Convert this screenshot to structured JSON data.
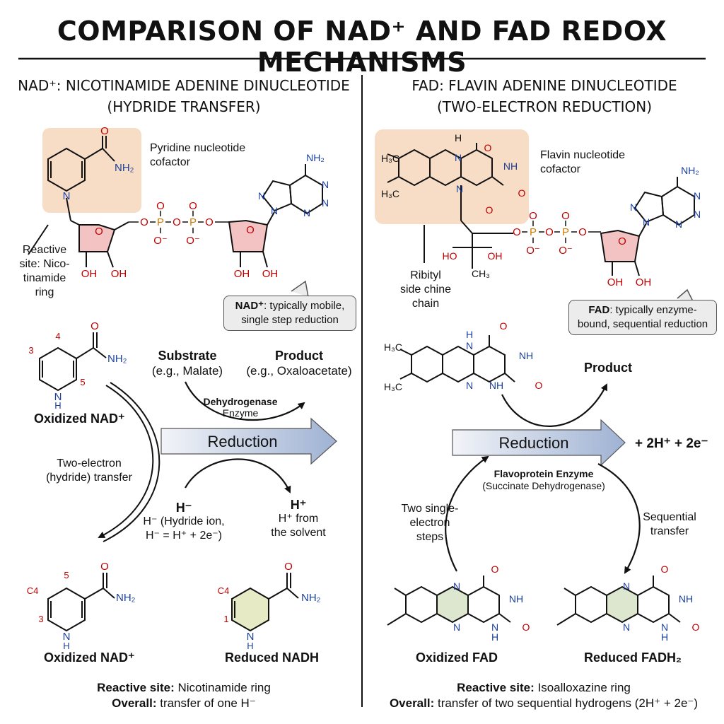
{
  "title": "COMPARISON OF NAD⁺ AND FAD REDOX MECHANISMS",
  "colors": {
    "highlight": "#f7dcc6",
    "oxygen": "#c00000",
    "nitrogen": "#1a3f9c",
    "phosphorus": "#d07a00",
    "ribose": "#f3c3c3",
    "arrow_fill": "#b7c6df"
  },
  "nad": {
    "heading_line1": "NAD⁺: NICOTINAMIDE ADENINE DINUCLEOTIDE",
    "heading_line2": "(HYDRIDE TRANSFER)",
    "cofactor_line1": "Pyridine nucleotide",
    "cofactor_line2": "cofactor",
    "reactive_site_label_1": "Reactive",
    "reactive_site_label_2": "site: Nico-",
    "reactive_site_label_3": "tinamide",
    "reactive_site_label_4": "ring",
    "callout_bold": "NAD⁺",
    "callout_rest": ": typically mobile,",
    "callout_line2": "single step reduction",
    "oxidized_label": "Oxidized NAD⁺",
    "substrate_title": "Substrate",
    "substrate_example": "(e.g., Malate)",
    "product_title": "Product",
    "product_example": "(e.g., Oxaloacetate)",
    "enzyme_name": "Dehydrogenase",
    "enzyme_word": "Enzyme",
    "reduction_label": "Reduction",
    "transfer_line1": "Two-electron",
    "transfer_line2": "(hydride) transfer",
    "hydride_symbol": "H⁻",
    "hydride_desc1": "H⁻ (Hydride ion,",
    "hydride_desc2": "H⁻ = H⁺ + 2e⁻)",
    "proton_symbol": "H⁺",
    "proton_desc1": "H⁺ from",
    "proton_desc2": "the solvent",
    "bottom_oxidized": "Oxidized NAD⁺",
    "bottom_reduced": "Reduced NADH",
    "reactive_site_key": "Reactive site:",
    "reactive_site_value": "Nicotinamide ring",
    "overall_key": "Overall:",
    "overall_value": "transfer of one H⁻",
    "ring_numbers": {
      "n4": "4",
      "n3": "3",
      "n5": "5",
      "c4": "C4",
      "n5b": "5",
      "n3b": "3",
      "c4r": "C4",
      "n1": "1"
    }
  },
  "fad": {
    "heading_line1": "FAD: FLAVIN ADENINE DINUCLEOTIDE",
    "heading_line2": "(TWO-ELECTRON REDUCTION)",
    "cofactor_line1": "Flavin nucleotide",
    "cofactor_line2": "cofactor",
    "ribityl_line1": "Ribityl",
    "ribityl_line2": "side chine",
    "ribityl_line3": "chain",
    "callout_bold": "FAD",
    "callout_rest": ": typically enzyme-",
    "callout_line2": "bound, sequential reduction",
    "product_title": "Product",
    "reduction_label": "Reduction",
    "reduction_products": "+ 2H⁺ + 2e⁻",
    "enzyme_name": "Flavoprotein Enzyme",
    "enzyme_example": "(Succinate Dehydrogenase)",
    "steps_line1": "Two single-",
    "steps_line2": "electron",
    "steps_line3": "steps",
    "sequential_line1": "Sequential",
    "sequential_line2": "transfer",
    "bottom_oxidized": "Oxidized FAD",
    "bottom_reduced": "Reduced FADH₂",
    "reactive_site_key": "Reactive site:",
    "reactive_site_value": "Isoalloxazine ring",
    "overall_key": "Overall:",
    "overall_value": "transfer of two sequential hydrogens (2H⁺ + 2e⁻)"
  },
  "atoms": {
    "O": "O",
    "N": "N",
    "H": "H",
    "P": "P",
    "NH": "NH",
    "NH2": "NH₂",
    "OH": "OH",
    "Ominus": "O⁻",
    "H3C": "H₃C",
    "CH3": "CH₃",
    "HO": "HO"
  }
}
